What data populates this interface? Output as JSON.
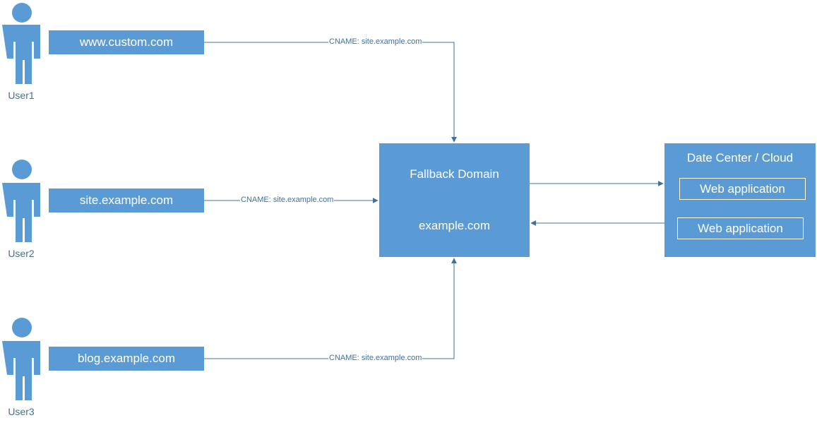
{
  "users": [
    {
      "label": "User1",
      "domain": "www.custom.com",
      "edge_label": "CNAME: site.example.com"
    },
    {
      "label": "User2",
      "domain": "site.example.com",
      "edge_label": "CNAME: site.example.com"
    },
    {
      "label": "User3",
      "domain": "blog.example.com",
      "edge_label": "CNAME: site.example.com"
    }
  ],
  "fallback": {
    "title": "Fallback Domain",
    "domain": "example.com"
  },
  "datacenter": {
    "title": "Date Center / Cloud",
    "apps": [
      "Web application",
      "Web application"
    ]
  },
  "colors": {
    "fill": "#5b9bd5",
    "line": "#41719c",
    "text": "#41719c"
  }
}
